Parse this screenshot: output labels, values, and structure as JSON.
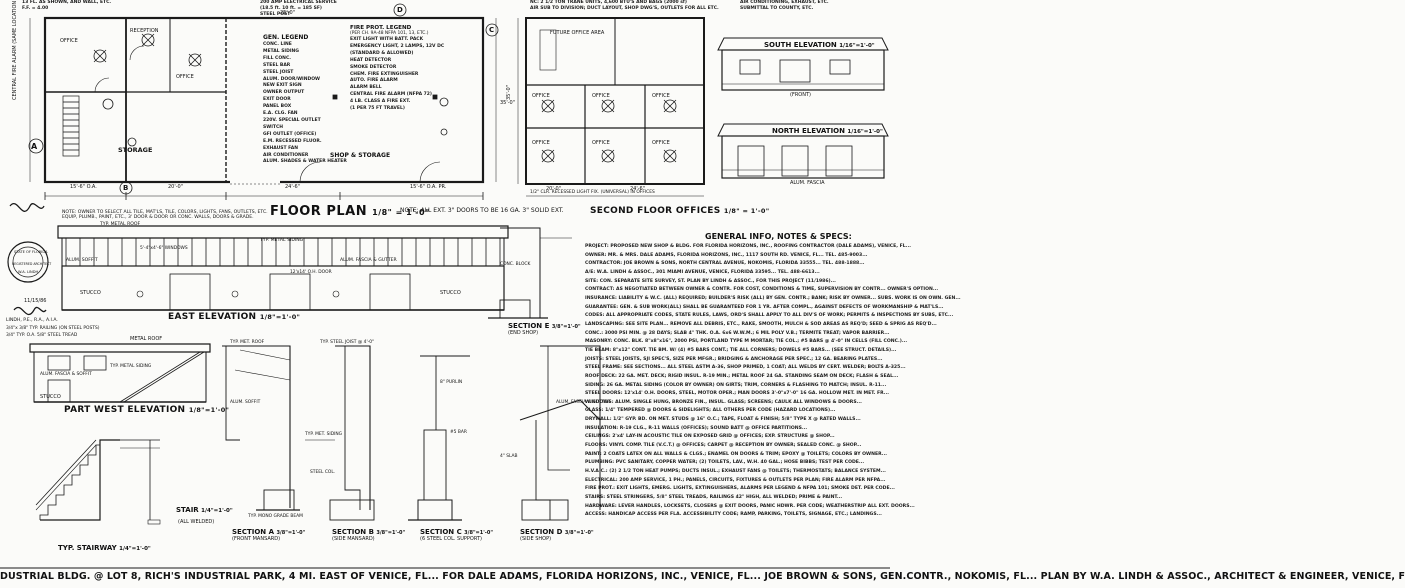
{
  "sheet": {
    "footer": "DUSTRIAL BLDG. @ LOT 8, RICH'S INDUSTRIAL PARK, 4 MI. EAST OF VENICE, FL... FOR DALE ADAMS, FLORIDA HORIZONS, INC., VENICE, FL... JOE BROWN & SONS, GEN.CONTR., NOKOMIS, FL... PLAN BY W.A. LINDH & ASSOC., ARCHITECT & ENGINEER, VENICE, F"
  },
  "top_notes": {
    "left": "13 FL. AS SHOWN, AND WALL, ETC.",
    "left2": "F.F. = 4.00",
    "mid": "200 AMP ELECTRICAL SERVICE",
    "mid2": "(18.5 ft. 10 ft. = 185 SF)",
    "mid3": "STEEL POST",
    "right": "NC: 2 1/2 TON TRANE UNITS, 4,600 BTU'S AND BAGS (2000 sf)",
    "right2": "AIR SUB TO DIVISION; DUCT LAYOUT, SHOP DWG'S, OUTLETS FOR ALL ETC.",
    "far_right": "AIR CONDITIONING, EXHAUST, ETC.",
    "far_right2": "SUBMITTAL TO COUNTY, ETC."
  },
  "floor_plan": {
    "title": "FLOOR PLAN",
    "scale": "1/8\" = 1'-0\"",
    "note": "NOTE: ALL EXT. 3\" DOORS TO BE 16 GA. 3\" SOLID EXT.",
    "owner_note": "NOTE: OWNER TO SELECT ALL TILE, MAT'LS, TILE, COLORS, LIGHTS, FANS, OUTLETS, ETC.",
    "owner_note2": "EQUIP, PLUMB., PAINT, ETC., 3' DOOR & DOOR OR CONC. WALLS, DOORS & GRADE.",
    "storage": "STORAGE",
    "shop": "SHOP & STORAGE",
    "office": "OFFICE",
    "reception": "RECEPTION",
    "dim_left": "15'-6\" O.A.",
    "dim_mid": "20'-0\"",
    "dim_right": "24'-6\"",
    "dim_far": "15'-6\" O.A. PR.",
    "dim_side": "35'-0\"",
    "dim_top": "25'-0\"",
    "grid_a": "A",
    "grid_b": "B",
    "grid_c": "C",
    "grid_d": "D",
    "fire_alarm": "CENTRAL FIRE ALARM (SAME LOCATION IN OFFICE)"
  },
  "gen_legend": {
    "title": "GEN. LEGEND",
    "items": [
      "CONC. LINE",
      "METAL SIDING",
      "FILL CONC.",
      "STEEL BAR",
      "STEEL JOIST",
      "ALUM. DOOR/WINDOW",
      "NEW EXIT SIGN",
      "OWNER OUTPUT",
      "EXIT DOOR",
      "PANEL BOX",
      "E.A. CLG. FAN",
      "220V. SPECIAL OUTLET",
      "SWITCH",
      "GFI OUTLET (OFFICE)",
      "E.M. RECESSED FLUOR.",
      "EXHAUST FAN",
      "AIR CONDITIONER",
      "ALUM. SHADES & WATER HEATER"
    ]
  },
  "fire_legend": {
    "title": "FIRE PROT. LEGEND",
    "subtitle": "(PER CH. 9A-48 NFPA 101, 13, ETC.)",
    "items": [
      "EXIT LIGHT WITH BATT. PACK",
      "EMERGENCY LIGHT, 2 LAMPS, 12V DC",
      "(STANDARD & ALLOWED)",
      "HEAT DETECTOR",
      "SMOKE DETECTOR",
      "CHEM. FIRE EXTINGUISHER",
      "AUTO. FIRE ALARM",
      "ALARM BELL",
      "CENTRAL FIRE ALARM (NFPA 72)",
      "4 LB. CLASS A FIRE EXT.",
      "(1 PER 75 FT TRAVEL)"
    ]
  },
  "second_floor": {
    "title": "SECOND FLOOR OFFICES",
    "scale": "1/8\" = 1'-0\"",
    "offices": [
      "OFFICE",
      "OFFICE",
      "OFFICE",
      "OFFICE",
      "OFFICE",
      "OFFICE"
    ],
    "future": "FUTURE OFFICE AREA",
    "dim": "35'-0\"",
    "dim2": "20'-0\"",
    "dim3": "24'-6\"",
    "note": "1/2\" CLR. RECESSED LIGHT FIX. (UNIVERSAL) IN OFFICES"
  },
  "south_elev": {
    "title": "SOUTH ELEVATION",
    "scale": "1/16\"=1'-0\"",
    "subtitle": "(FRONT)"
  },
  "north_elev": {
    "title": "NORTH ELEVATION",
    "scale": "1/16\"=1'-0\"",
    "note": "ALUM. FASCIA"
  },
  "east_elev": {
    "title": "EAST ELEVATION",
    "scale": "1/8\"=1'-0\"",
    "roof": "TYP. METAL ROOF",
    "siding": "TYP. METAL SIDING",
    "soffit": "ALUM. SOFFIT",
    "fascia": "ALUM. FASCIA & GUTTER",
    "stucco": "STUCCO",
    "door": "12'x14' O.H. DOOR",
    "window": "5'-4\"x4'-6\" WINDOWS"
  },
  "part_west": {
    "title": "PART WEST ELEVATION",
    "scale": "1/8\"=1'-0\"",
    "roof": "METAL ROOF",
    "siding": "TYP. METAL SIDING",
    "fascia": "ALUM. FASCIA & SOFFIT",
    "stucco": "STUCCO",
    "note1": "3/4\"x 3/8\" TYP. RAILING (ON STEEL POSTS)",
    "note2": "3/4\" TYP. O.A. 5/8\" STEEL TREAD",
    "stamp_date": "11/15/86",
    "sign": "LINDH, P.E., R.A., A.I.A."
  },
  "stair": {
    "title": "STAIR",
    "scale": "1/4\"=1'-0\"",
    "sub": "(ALL WELDED)",
    "typ": "TYP. STAIRWAY",
    "typ_scale": "1/4\"=1'-0\""
  },
  "sections": [
    {
      "title": "SECTION A",
      "scale": "3/8\"=1'-0\"",
      "sub": "(FRONT MANSARD)"
    },
    {
      "title": "SECTION B",
      "scale": "3/8\"=1'-0\"",
      "sub": "(SIDE MANSARD)"
    },
    {
      "title": "SECTION C",
      "scale": "3/8\"=1'-0\"",
      "sub": "(6 STEEL COL. SUPPORT)"
    },
    {
      "title": "SECTION D",
      "scale": "3/8\"=1'-0\"",
      "sub": "(SIDE SHOP)"
    },
    {
      "title": "SECTION E",
      "scale": "3/8\"=1'-0\"",
      "sub": "(END SHOP)"
    }
  ],
  "section_labels": {
    "roof": "TYP. MET. ROOF",
    "siding": "TYP. MET. SIDING",
    "alum_soffit": "ALUM. SOFFIT",
    "footing": "TYP. MONO GRADE BEAM",
    "bar": "#5 BAR",
    "gutter": "ALUM. FASCIA & GUTTER",
    "joist": "TYP. STEEL JOIST @ 4'-0\"",
    "col": "STEEL COL.",
    "purlin": "8\" PURLIN",
    "slab": "4\" SLAB",
    "conc": "CONC. BLOCK"
  },
  "specs": {
    "title": "GENERAL INFO, NOTES & SPECS:",
    "lines": [
      "PROJECT: PROPOSED NEW SHOP & BLDG. FOR FLORIDA HORIZONS, INC., ROOFING CONTRACTOR (DALE ADAMS), VENICE, FL...",
      "OWNER: MR. & MRS. DALE ADAMS, FLORIDA HORIZONS, INC., 1117 SOUTH RD. VENICE, FL... TEL. 485-9003...",
      "CONTRACTOR: JOE BROWN & SONS, NORTH CENTRAL AVENUE, NOKOMIS, FLORIDA 33555... TEL. 488-1888...",
      "A/E: W.A. LINDH & ASSOC., 301 MIAMI AVENUE, VENICE, FLORIDA 33595... TEL. 488-6613...",
      "SITE: CON. SEPARATE SITE SURVEY, ST. PLAN BY LINDH & ASSOC., FOR THIS PROJECT (11/1986)...",
      "CONTRACT: AS NEGOTIATED BETWEEN OWNER & CONTR. FOR COST, CONDITIONS & TIME, SUPERVISION BY CONTR... OWNER'S OPTION...",
      "INSURANCE: LIABILITY & W.C. (ALL) REQUIRED; BUILDER'S RISK (ALL) BY GEN. CONTR.; BANK; RISK BY OWNER... SUBS. WORK IS ON OWN. GEN...",
      "GUARANTEE: GEN. & SUB WORK(ALL) SHALL BE GUARANTEED FOR 1 YR. AFTER COMPL., AGAINST DEFECTS OF WORKMANSHIP & MAT'LS...",
      "CODES: ALL APPROPRIATE CODES, STATE RULES, LAWS, ORD'S SHALL APPLY TO ALL DIV'S OF WORK; PERMITS & INSPECTIONS BY SUBS, ETC...",
      "LANDSCAPING: SEE SITE PLAN... REMOVE ALL DEBRIS, ETC., RAKE, SMOOTH, MULCH & SOD AREAS AS REQ'D; SEED & SPRIG AS REQ'D...",
      "CONC.: 3000 PSI MIN. @ 28 DAYS; SLAB 4\" THK. O.A. 6x6 W.W.M.; 6 MIL POLY V.B.; TERMITE TREAT; VAPOR BARRIER...",
      "MASONRY: CONC. BLK. 8\"x8\"x16\", 2000 PSI, PORTLAND TYPE M MORTAR; TIE COL.; #5 BARS @ 4'-0\" IN CELLS (FILL CONC.)...",
      "TIE BEAM: 8\"x12\" CONT. TIE BM. W/ (4) #5 BARS CONT.; TIE ALL CORNERS; DOWELS #5 BARS... (SEE STRUCT. DETAILS)...",
      "JOISTS: STEEL JOISTS, SJI SPEC'S, SIZE PER MFGR.; BRIDGING & ANCHORAGE PER SPEC.; 12 GA. BEARING PLATES...",
      "STEEL FRAME: SEE SECTIONS... ALL STEEL ASTM A-36, SHOP PRIMED, 1 COAT; ALL WELDS BY CERT. WELDER; BOLTS A-325...",
      "ROOF DECK: 22 GA. MET. DECK; RIGID INSUL. R-19 MIN.; METAL ROOF 24 GA. STANDING SEAM ON DECK; FLASH & SEAL...",
      "SIDING: 26 GA. METAL SIDING (COLOR BY OWNER) ON GIRTS; TRIM, CORNERS & FLASHING TO MATCH; INSUL. R-11...",
      "STEEL DOORS: 12'x14' O.H. DOORS, STEEL, MOTOR OPER.; MAN DOORS 3'-0\"x7'-0\" 16 GA. HOLLOW MET. IN MET. FR...",
      "WINDOWS: ALUM. SINGLE HUNG, BRONZE FIN., INSUL. GLASS; SCREENS; CAULK ALL WINDOWS & DOORS...",
      "GLASS: 1/4\" TEMPERED @ DOORS & SIDELIGHTS; ALL OTHERS PER CODE (HAZARD LOCATIONS)...",
      "DRYWALL: 1/2\" GYP. BD. ON MET. STUDS @ 16\" O.C.; TAPE, FLOAT & FINISH; 5/8\" TYPE X @ RATED WALLS...",
      "INSULATION: R-19 CLG., R-11 WALLS (OFFICES); SOUND BATT @ OFFICE PARTITIONS...",
      "CEILINGS: 2'x4' LAY-IN ACOUSTIC TILE ON EXPOSED GRID @ OFFICES; EXP. STRUCTURE @ SHOP...",
      "FLOORS: VINYL COMP. TILE (V.C.T.) @ OFFICES; CARPET @ RECEPTION BY OWNER; SEALED CONC. @ SHOP...",
      "PAINT: 2 COATS LATEX ON ALL WALLS & CLGS.; ENAMEL ON DOORS & TRIM; EPOXY @ TOILETS; COLORS BY OWNER...",
      "PLUMBING: PVC SANITARY, COPPER WATER; (2) TOILETS, LAV., W.H. 40 GAL.; HOSE BIBBS; TEST PER CODE...",
      "H.V.A.C.: (2) 2 1/2 TON HEAT PUMPS; DUCTS INSUL.; EXHAUST FANS @ TOILETS; THERMOSTATS; BALANCE SYSTEM...",
      "ELECTRICAL: 200 AMP SERVICE, 1 PH.; PANELS, CIRCUITS, FIXTURES & OUTLETS PER PLAN; FIRE ALARM PER NFPA...",
      "FIRE PROT.: EXIT LIGHTS, EMERG. LIGHTS, EXTINGUISHERS, ALARMS PER LEGEND & NFPA 101; SMOKE DET. PER CODE...",
      "STAIRS: STEEL STRINGERS, 5/8\" STEEL TREADS, RAILINGS 42\" HIGH, ALL WELDED; PRIME & PAINT...",
      "HARDWARE: LEVER HANDLES, LOCKSETS, CLOSERS @ EXIT DOORS, PANIC HDWR. PER CODE; WEATHERSTRIP ALL EXT. DOORS...",
      "ACCESS: HANDICAP ACCESS PER FLA. ACCESSIBILITY CODE; RAMP, PARKING, TOILETS, SIGNAGE, ETC.; LANDINGS..."
    ]
  },
  "stamp": {
    "line1": "STATE OF FLORIDA",
    "line2": "REGISTERED ARCHITECT",
    "line3": "W.A. LINDH"
  }
}
